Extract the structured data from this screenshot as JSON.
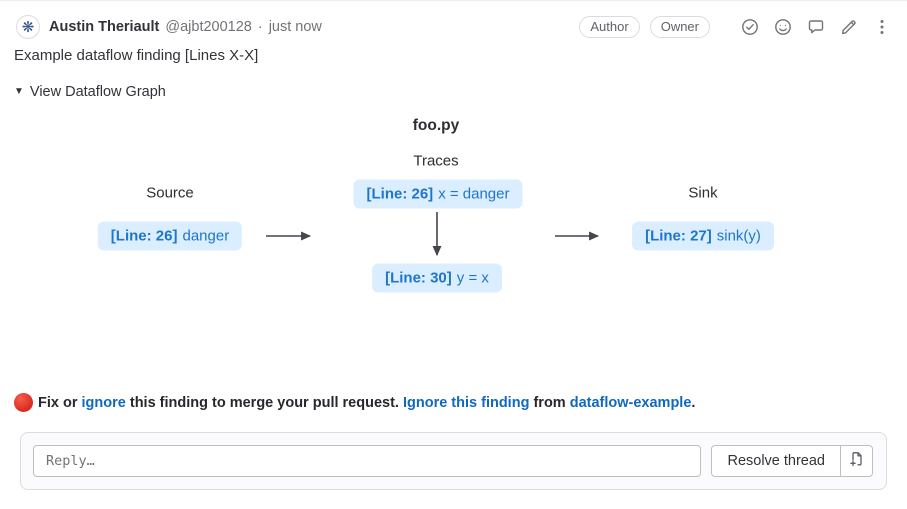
{
  "header": {
    "author_name": "Austin Theriault",
    "author_handle": "@ajbt200128",
    "separator": "·",
    "timestamp": "just now",
    "badges": [
      {
        "label": "Author"
      },
      {
        "label": "Owner"
      }
    ],
    "actions": [
      {
        "icon": "check-circle-icon"
      },
      {
        "icon": "smiley-icon"
      },
      {
        "icon": "speech-bubble-icon"
      },
      {
        "icon": "pencil-icon"
      },
      {
        "icon": "kebab-menu-icon"
      }
    ]
  },
  "icons": {
    "avatar_glyph": "❋",
    "collapse_triangle": "▼"
  },
  "comment": {
    "body": "Example dataflow finding [Lines X-X]",
    "toggle_label": "View Dataflow Graph"
  },
  "graph": {
    "file_title": "foo.py",
    "column_source": "Source",
    "column_traces": "Traces",
    "column_sink": "Sink",
    "nodes": {
      "source": {
        "line_label": "[Line: 26]",
        "code": "danger"
      },
      "trace1": {
        "line_label": "[Line: 26]",
        "code": "x = danger"
      },
      "trace2": {
        "line_label": "[Line: 30]",
        "code": "y = x"
      },
      "sink": {
        "line_label": "[Line: 27]",
        "code": "sink(y)"
      }
    }
  },
  "warning": {
    "status_icon": "red-circle",
    "text_1": "Fix or ",
    "link_1": "ignore",
    "text_2": " this finding to merge your pull request. ",
    "link_2": "Ignore this finding",
    "text_3": " from ",
    "link_3": "dataflow-example",
    "text_4": "."
  },
  "reply": {
    "placeholder": "Reply…",
    "resolve_button": "Resolve thread",
    "icon_button": "create-issue-icon"
  },
  "colors": {
    "link_blue": "#1068bf",
    "node_bg": "#dbeeff",
    "node_text": "#1f75cb",
    "arrow": "#45464f",
    "text_dark": "#333238",
    "text_muted": "#737278",
    "input_border": "#bfbfc3",
    "reply_bg": "#fbfafd",
    "warning_red": "#d5281c",
    "avatar_blue": "#34558b"
  }
}
